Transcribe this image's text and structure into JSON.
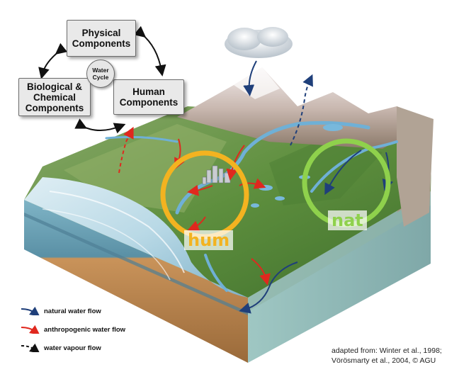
{
  "cycle_boxes": {
    "physical": "Physical Components",
    "biochem": "Biological & Chemical Components",
    "human": "Human Components",
    "center": "Water Cycle"
  },
  "circles": {
    "hum": {
      "label": "hum",
      "color": "#f3b320"
    },
    "nat": {
      "label": "nat",
      "color": "#8fd14c"
    }
  },
  "legend": [
    {
      "label": "natural water flow",
      "color": "#1f3f7a",
      "style": "solid"
    },
    {
      "label": "anthropogenic water flow",
      "color": "#e0281e",
      "style": "solid"
    },
    {
      "label": "water vapour flow",
      "color": "#111111",
      "style": "dashed"
    }
  ],
  "credit": {
    "line1": "adapted from: Winter et al., 1998;",
    "line2": "Vörösmarty et al., 2004, © AGU"
  },
  "colors": {
    "natural": "#1f3f7a",
    "anthropogenic": "#e0281e",
    "vapour": "#1f3f7a"
  }
}
